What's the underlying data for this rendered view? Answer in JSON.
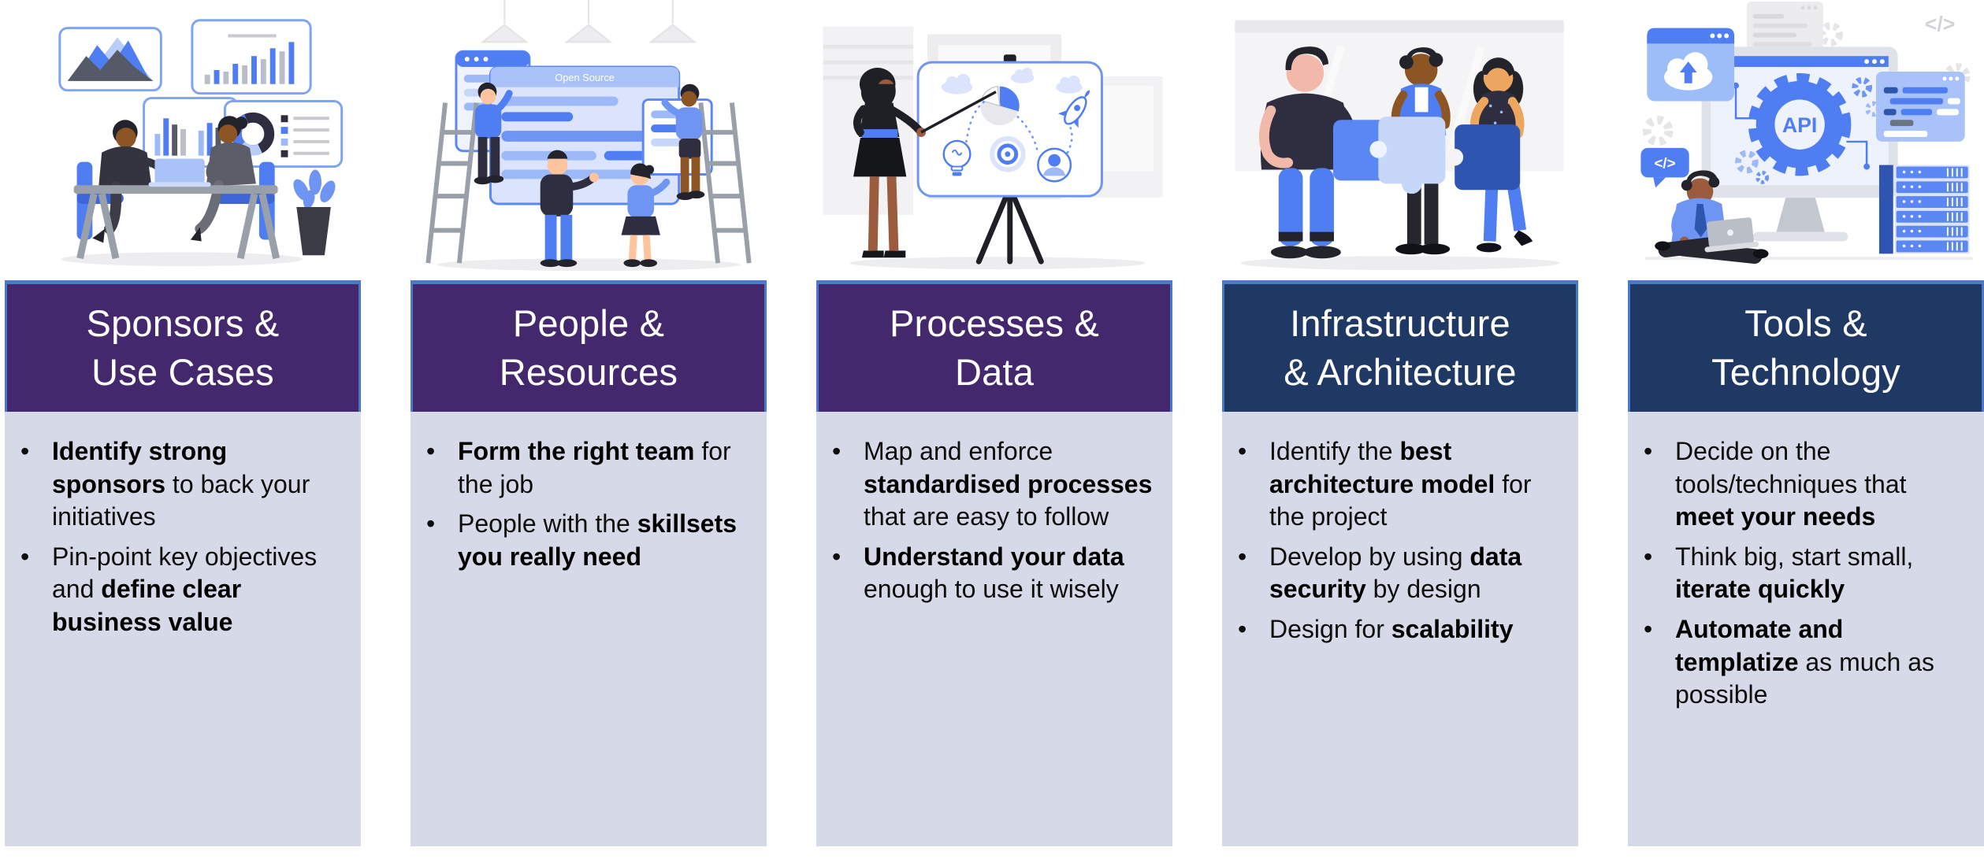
{
  "page": {
    "background": "#ffffff",
    "body_panel_color": "#D6D9E8",
    "header_border_color": "#4B79C9",
    "purple_header_color": "#44286E",
    "navy_header_color": "#1F3864"
  },
  "columns": [
    {
      "id": "sponsors-use-cases",
      "title": "Sponsors &\nUse Cases",
      "header_color": "#44286E",
      "illustration": {
        "name": "two-people-meeting-with-charts"
      },
      "bullets": [
        {
          "segments": [
            {
              "text": "Identify strong sponsors",
              "bold": true
            },
            {
              "text": " to back your initiatives",
              "bold": false
            }
          ]
        },
        {
          "segments": [
            {
              "text": "Pin-point key objectives and ",
              "bold": false
            },
            {
              "text": "define clear business value",
              "bold": true
            }
          ]
        }
      ]
    },
    {
      "id": "people-resources",
      "title": "People &\nResources",
      "header_color": "#44286E",
      "illustration": {
        "name": "team-building-website-on-ladders",
        "title_text": "Open Source"
      },
      "bullets": [
        {
          "segments": [
            {
              "text": "Form the right team",
              "bold": true
            },
            {
              "text": " for the job",
              "bold": false
            }
          ]
        },
        {
          "segments": [
            {
              "text": "People with the ",
              "bold": false
            },
            {
              "text": "skillsets you really need",
              "bold": true
            }
          ]
        }
      ]
    },
    {
      "id": "processes-data",
      "title": "Processes &\nData",
      "header_color": "#44286E",
      "illustration": {
        "name": "woman-presenting-whiteboard"
      },
      "bullets": [
        {
          "segments": [
            {
              "text": "Map and enforce ",
              "bold": false
            },
            {
              "text": "standardised processes",
              "bold": true
            },
            {
              "text": " that are easy to follow",
              "bold": false
            }
          ]
        },
        {
          "segments": [
            {
              "text": "Understand your data",
              "bold": true
            },
            {
              "text": " enough to use it wisely",
              "bold": false
            }
          ]
        }
      ]
    },
    {
      "id": "infrastructure-architecture",
      "title": "Infrastructure\n& Architecture",
      "header_color": "#1F3864",
      "illustration": {
        "name": "three-people-holding-puzzle-pieces"
      },
      "bullets": [
        {
          "segments": [
            {
              "text": "Identify the ",
              "bold": false
            },
            {
              "text": "best architecture model",
              "bold": true
            },
            {
              "text": " for the project",
              "bold": false
            }
          ]
        },
        {
          "segments": [
            {
              "text": "Develop by using ",
              "bold": false
            },
            {
              "text": "data security",
              "bold": true
            },
            {
              "text": " by design",
              "bold": false
            }
          ]
        },
        {
          "segments": [
            {
              "text": "Design for ",
              "bold": false
            },
            {
              "text": "scalability",
              "bold": true
            }
          ]
        }
      ]
    },
    {
      "id": "tools-technology",
      "title": "Tools &\nTechnology",
      "header_color": "#1F3864",
      "illustration": {
        "name": "developer-with-api-screen",
        "api_label": "API",
        "code_badge": "</>",
        "code_badge_top": "</>"
      },
      "bullets": [
        {
          "segments": [
            {
              "text": "Decide on the tools/techniques that ",
              "bold": false
            },
            {
              "text": "meet your needs",
              "bold": true
            }
          ]
        },
        {
          "segments": [
            {
              "text": "Think big, start small, ",
              "bold": false
            },
            {
              "text": "iterate quickly",
              "bold": true
            }
          ]
        },
        {
          "segments": [
            {
              "text": "Automate and templatize",
              "bold": true
            },
            {
              "text": " as much as possible",
              "bold": false
            }
          ]
        }
      ]
    }
  ]
}
